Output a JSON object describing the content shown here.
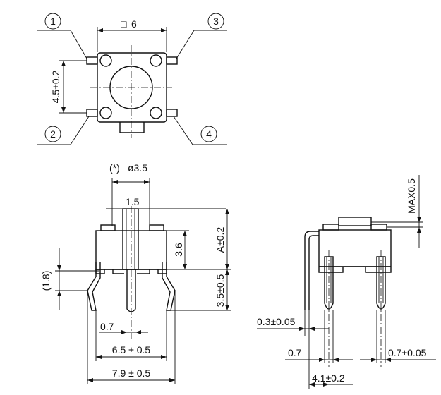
{
  "top_view": {
    "pins": [
      "1",
      "2",
      "3",
      "4"
    ],
    "width_dim": "6",
    "width_prefix": "□",
    "pitch_dim": "4.5±0.2"
  },
  "front_view": {
    "note_marker": "(*)",
    "diameter_dim": "ø3.5",
    "stem_dim": "1.5",
    "height_a": "A±0.2",
    "body_height": "3.6",
    "ref_dim": "(1.8)",
    "lead_length": "3.5±0.5",
    "lead_width": "0.7",
    "pitch_inner": "6.5 ± 0.5",
    "pitch_outer": "7.9 ± 0.5"
  },
  "side_view": {
    "max_dim": "MAX0.5",
    "thickness": "0.3±0.05",
    "lead_width_left": "0.7",
    "lead_width_right": "0.7±0.05",
    "pitch": "4.1±0.2"
  }
}
